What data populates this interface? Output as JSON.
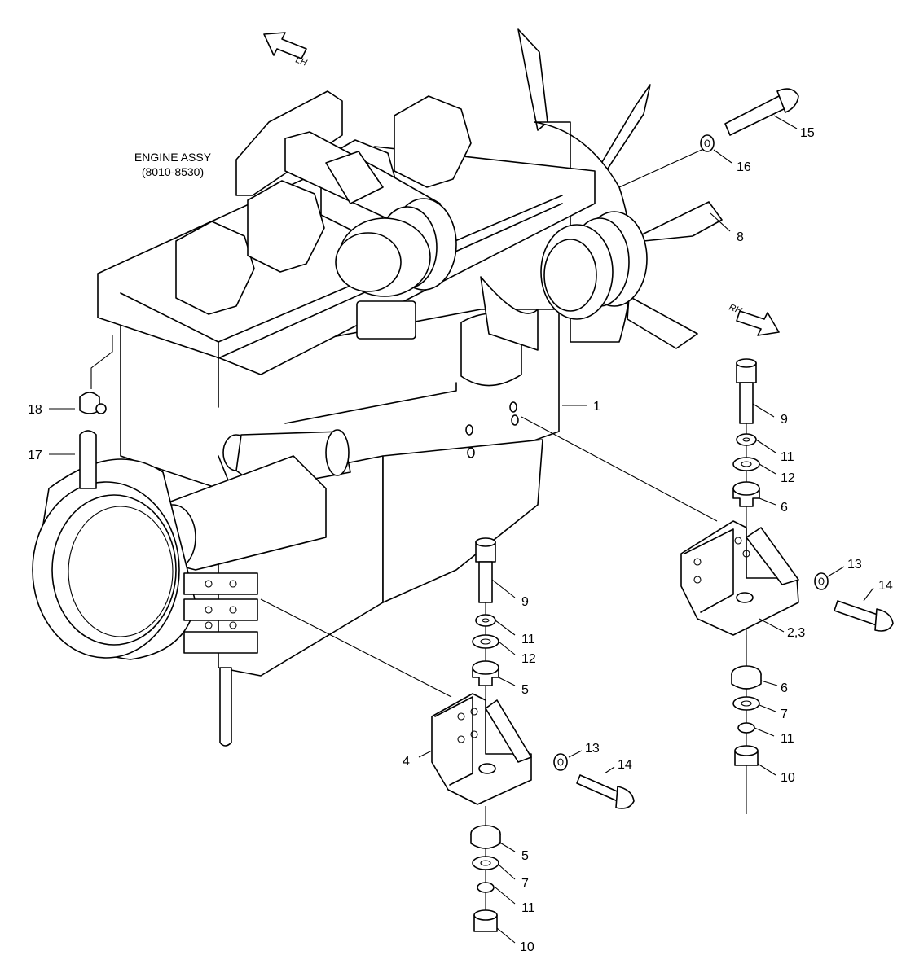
{
  "title": {
    "line1": "ENGINE ASSY",
    "line2": "(8010-8530)"
  },
  "directions": {
    "left": "LH",
    "right": "RH"
  },
  "callouts": {
    "c1": "1",
    "c23": "2,3",
    "c4": "4",
    "c5a": "5",
    "c5b": "5",
    "c6a": "6",
    "c6b": "6",
    "c7a": "7",
    "c7b": "7",
    "c8": "8",
    "c9a": "9",
    "c9b": "9",
    "c10a": "10",
    "c10b": "10",
    "c11a": "11",
    "c11b": "11",
    "c11c": "11",
    "c11d": "11",
    "c12a": "12",
    "c12b": "12",
    "c13a": "13",
    "c13b": "13",
    "c14a": "14",
    "c14b": "14",
    "c15": "15",
    "c16": "16",
    "c17": "17",
    "c18": "18"
  }
}
